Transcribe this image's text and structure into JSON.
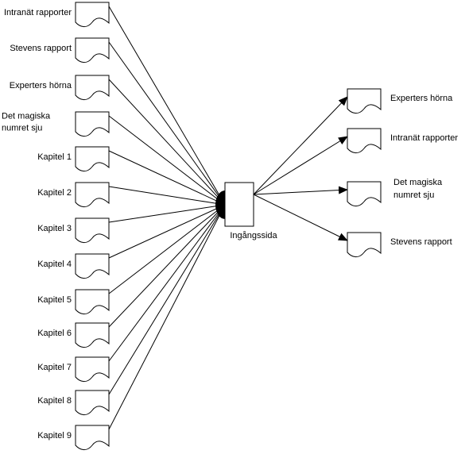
{
  "hub": {
    "label": "Ingångssida"
  },
  "inputs": [
    {
      "lines": [
        "Intranät rapporter"
      ]
    },
    {
      "lines": [
        "Stevens rapport"
      ]
    },
    {
      "lines": [
        "Experters hörna"
      ]
    },
    {
      "lines": [
        "Det magiska",
        "numret sju"
      ]
    },
    {
      "lines": [
        "Kapitel 1"
      ]
    },
    {
      "lines": [
        "Kapitel 2"
      ]
    },
    {
      "lines": [
        "Kapitel 3"
      ]
    },
    {
      "lines": [
        "Kapitel 4"
      ]
    },
    {
      "lines": [
        "Kapitel 5"
      ]
    },
    {
      "lines": [
        "Kapitel 6"
      ]
    },
    {
      "lines": [
        "Kapitel 7"
      ]
    },
    {
      "lines": [
        "Kapitel 8"
      ]
    },
    {
      "lines": [
        "Kapitel 9"
      ]
    }
  ],
  "outputs": [
    {
      "lines": [
        "Experters hörna"
      ]
    },
    {
      "lines": [
        "Intranät rapporter"
      ]
    },
    {
      "lines": [
        "Det magiska",
        "numret sju"
      ]
    },
    {
      "lines": [
        "Stevens rapport"
      ]
    }
  ]
}
